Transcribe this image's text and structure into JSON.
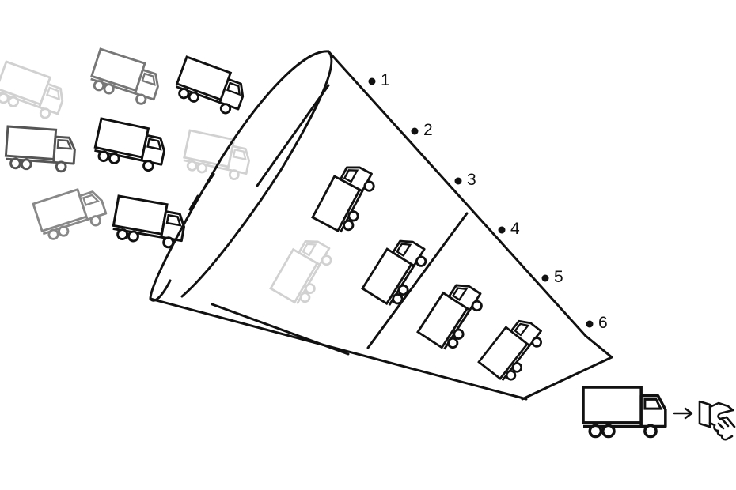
{
  "steps": [
    {
      "label": "1"
    },
    {
      "label": "2"
    },
    {
      "label": "3"
    },
    {
      "label": "4"
    },
    {
      "label": "5"
    },
    {
      "label": "6"
    }
  ],
  "result": {
    "arrow_icon": "arrow-right-icon",
    "deal_icon": "handshake-icon"
  },
  "colors": {
    "ink": "#111111",
    "faded": "#b5b5b5",
    "background": "#ffffff"
  }
}
